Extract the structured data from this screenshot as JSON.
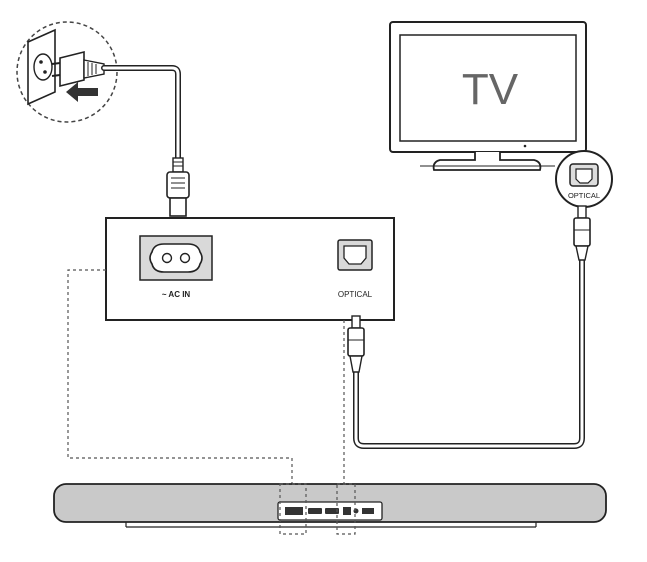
{
  "tv": {
    "label": "TV"
  },
  "panel": {
    "ac_label": "~ AC IN",
    "optical_label": "OPTICAL"
  },
  "tv_port": {
    "label": "OPTICAL"
  },
  "colors": {
    "stroke": "#222222",
    "soundbar_fill": "#c9c9c9",
    "port_fill": "#d9d9d9",
    "dashed": "#555555"
  }
}
